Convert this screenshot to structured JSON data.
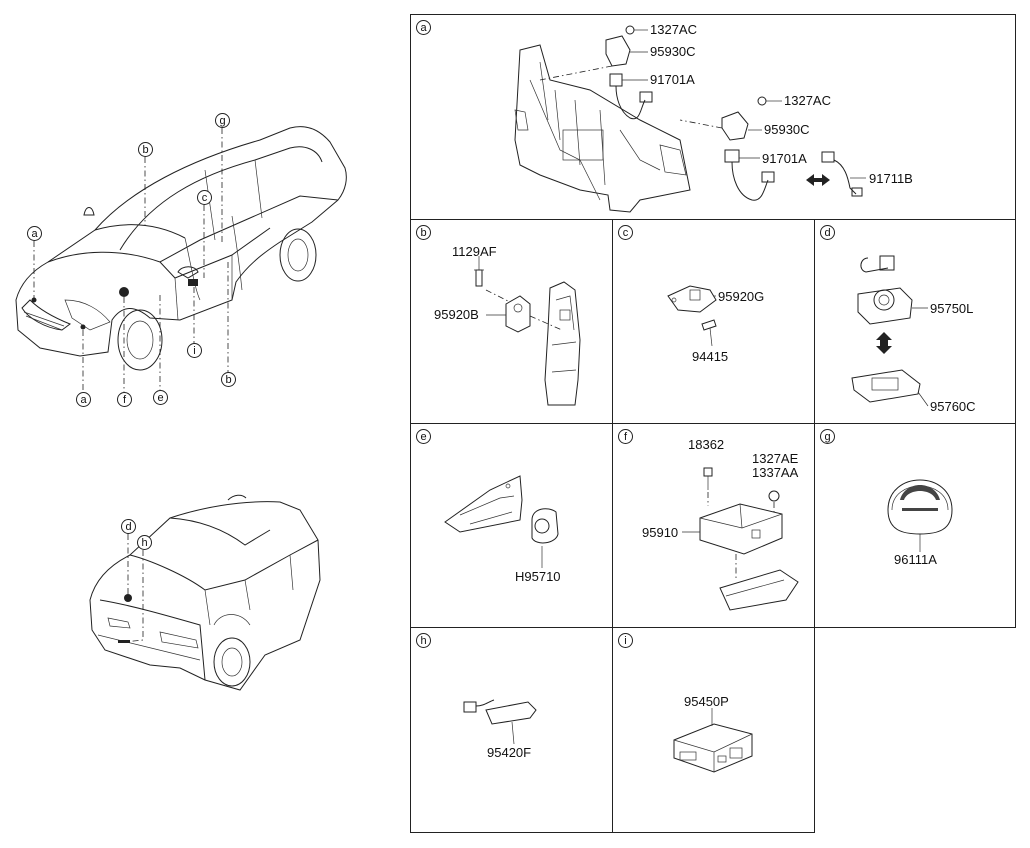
{
  "overview": {
    "front_callouts": [
      "a",
      "b",
      "c",
      "g",
      "a",
      "f",
      "e",
      "i",
      "b"
    ],
    "rear_callouts": [
      "d",
      "h"
    ]
  },
  "panels": {
    "a": {
      "tag": "a",
      "parts": [
        "1327AC",
        "95930C",
        "91701A",
        "1327AC",
        "95930C",
        "91701A",
        "91711B"
      ]
    },
    "b": {
      "tag": "b",
      "parts": [
        "1129AF",
        "95920B"
      ]
    },
    "c": {
      "tag": "c",
      "parts": [
        "95920G",
        "94415"
      ]
    },
    "d": {
      "tag": "d",
      "parts": [
        "95750L",
        "95760C"
      ]
    },
    "e": {
      "tag": "e",
      "parts": [
        "H95710"
      ]
    },
    "f": {
      "tag": "f",
      "parts": [
        "18362",
        "1327AE",
        "1337AA",
        "95910"
      ]
    },
    "g": {
      "tag": "g",
      "parts": [
        "96111A"
      ]
    },
    "h": {
      "tag": "h",
      "parts": [
        "95420F"
      ]
    },
    "i": {
      "tag": "i",
      "parts": [
        "95450P"
      ]
    }
  },
  "icons": [
    "sedan-front-view-icon",
    "sedan-rear-view-icon",
    "double-arrow-icon",
    "warning-label-icon"
  ]
}
